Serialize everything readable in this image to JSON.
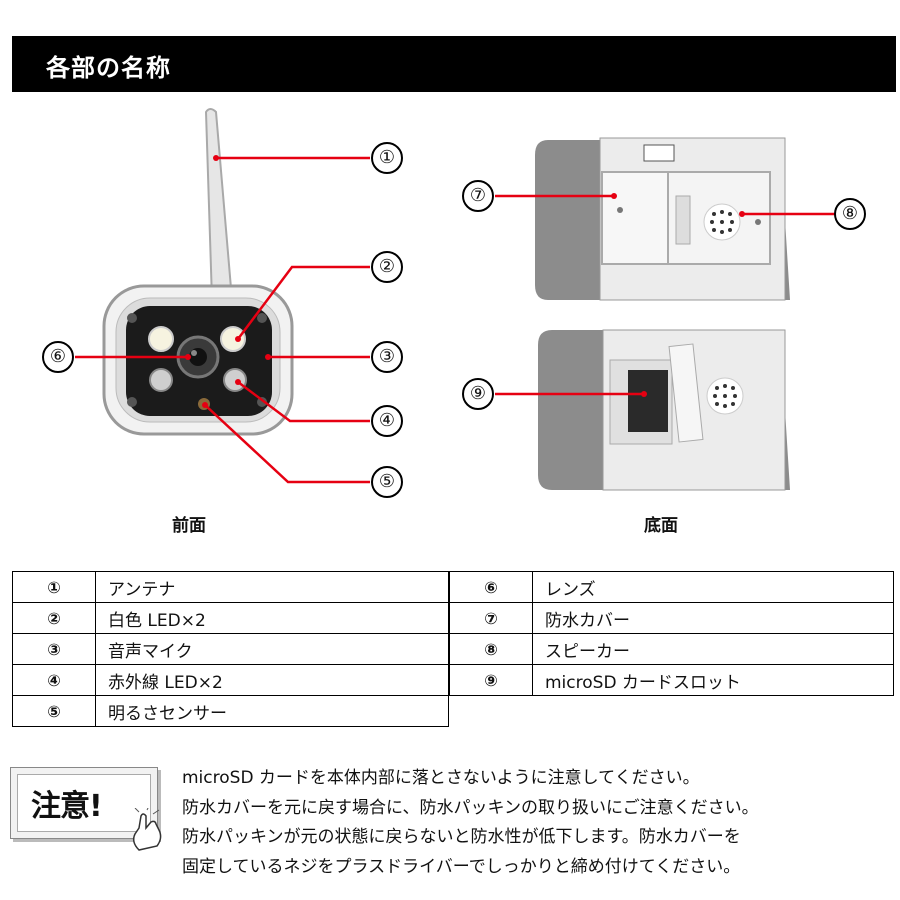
{
  "header": {
    "title": "各部の名称"
  },
  "figures": {
    "front_caption": "前面",
    "bottom_caption": "底面",
    "callouts": [
      "①",
      "②",
      "③",
      "④",
      "⑤",
      "⑥",
      "⑦",
      "⑧",
      "⑨"
    ]
  },
  "parts_table": {
    "left": [
      {
        "num": "①",
        "name": "アンテナ"
      },
      {
        "num": "②",
        "name": "白色 LED×2"
      },
      {
        "num": "③",
        "name": "音声マイク"
      },
      {
        "num": "④",
        "name": "赤外線 LED×2"
      },
      {
        "num": "⑤",
        "name": "明るさセンサー"
      }
    ],
    "right": [
      {
        "num": "⑥",
        "name": "レンズ"
      },
      {
        "num": "⑦",
        "name": "防水カバー"
      },
      {
        "num": "⑧",
        "name": "スピーカー"
      },
      {
        "num": "⑨",
        "name": "microSD カードスロット"
      }
    ]
  },
  "notice": {
    "label": "注意!",
    "lines": [
      "microSD カードを本体内部に落とさないように注意してください。",
      "防水カバーを元に戻す場合に、防水パッキンの取り扱いにご注意ください。",
      "防水パッキンが元の状態に戻らないと防水性が低下します。防水カバーを",
      "固定しているネジをプラスドライバーでしっかりと締め付けてください。"
    ]
  },
  "colors": {
    "leader_line": "#e60012",
    "header_bg": "#000000",
    "header_text": "#ffffff"
  }
}
